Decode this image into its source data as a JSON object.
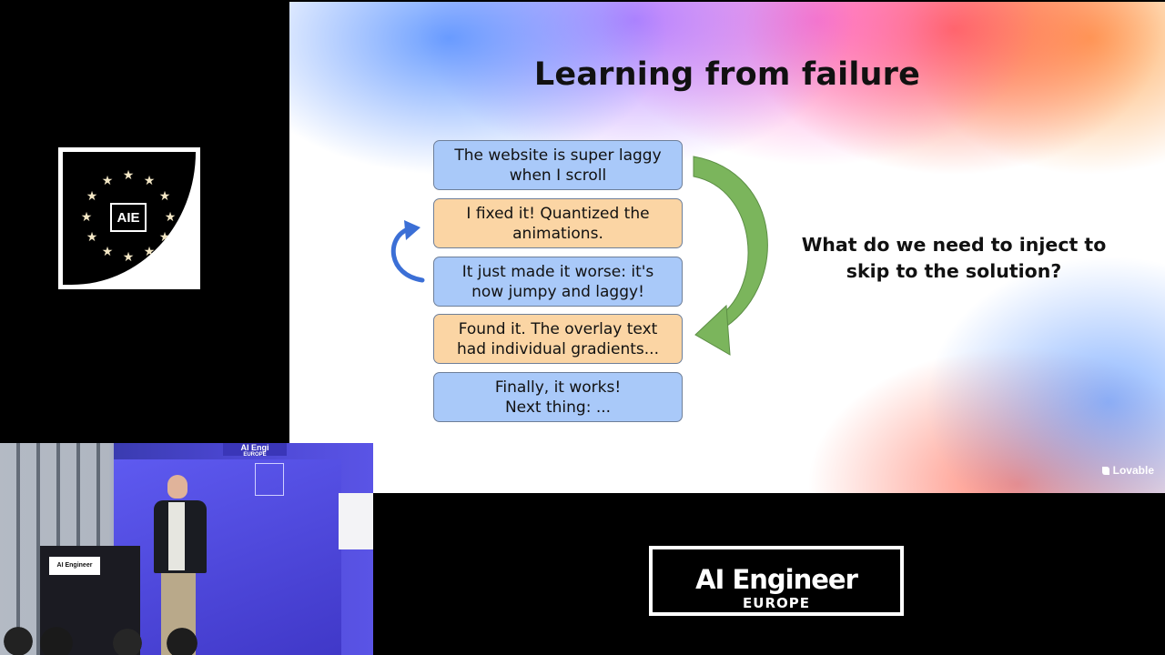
{
  "badge": {
    "text": "AIE"
  },
  "slide": {
    "title": "Learning from failure",
    "steps": [
      {
        "text": "The website is super laggy\nwhen I scroll",
        "color": "blue"
      },
      {
        "text": "I fixed it! Quantized the\nanimations.",
        "color": "orange"
      },
      {
        "text": "It just made it worse: it's\nnow jumpy and laggy!",
        "color": "blue"
      },
      {
        "text": "Found it. The overlay text\nhad individual gradients...",
        "color": "orange"
      },
      {
        "text": "Finally, it works!\nNext thing: ...",
        "color": "blue"
      }
    ],
    "question": "What do we need to inject to\nskip to the solution?",
    "logo": "Lovable",
    "colors": {
      "blue_box": "#a9c9f9",
      "orange_box": "#fbd5a4",
      "green_arrow": "#7bb55c",
      "blue_arrow": "#3b6fd6"
    }
  },
  "camera": {
    "banner": "AI Engi",
    "banner_sub": "EUROPE",
    "podium_sign": "AI Engineer"
  },
  "event_logo": {
    "title": "AI Engineer",
    "subtitle": "EUROPE"
  }
}
